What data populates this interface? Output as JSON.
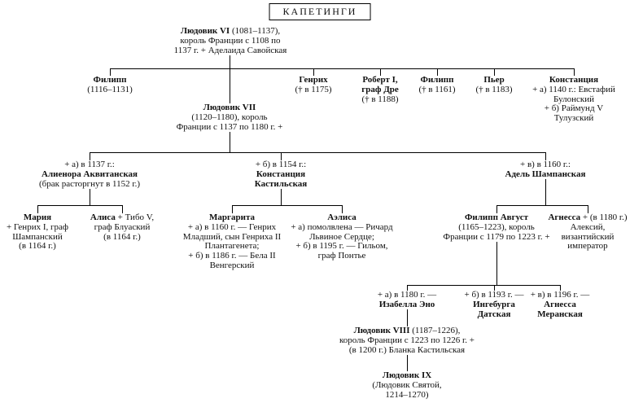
{
  "title": "КАПЕТИНГИ",
  "nodes": {
    "louis6": {
      "pre": "",
      "name": "Людовик VI",
      "post": " (1081–1137),\nкороль Франции с 1108 по\n1137 г. + Аделаида Савойская"
    },
    "philippe1": {
      "pre": "",
      "name": "Филипп",
      "post": "\n(1116–1131)"
    },
    "henri": {
      "pre": "",
      "name": "Генрих",
      "post": "\n(† в 1175)"
    },
    "robert": {
      "pre": "",
      "name": "Роберт I,\nграф Дре",
      "post": "\n(† в 1188)"
    },
    "philippe2": {
      "pre": "",
      "name": "Филипп",
      "post": "\n(† в 1161)"
    },
    "pierre": {
      "pre": "",
      "name": "Пьер",
      "post": "\n(† в 1183)"
    },
    "constance_sister": {
      "pre": "",
      "name": "Констанция",
      "post": "\n+ а) 1140 г.: Евстафий\nБулонский\n+ б) Раймунд V\nТулузский"
    },
    "louis7": {
      "pre": "",
      "name": "Людовик VII",
      "post": "\n(1120–1180), король\nФранции с 1137 по 1180 г. +"
    },
    "alienor": {
      "pre": "+ а) в 1137 г.:\n",
      "name": "Алиенора Аквитанская",
      "post": "\n(брак расторгнут в 1152 г.)"
    },
    "constance_cast": {
      "pre": "+ б) в 1154 г.:\n",
      "name": "Констанция\nКастильская",
      "post": ""
    },
    "adele": {
      "pre": "+ в) в 1160 г.:\n",
      "name": "Адель Шампанская",
      "post": ""
    },
    "marie": {
      "pre": "",
      "name": "Мария",
      "post": "\n+ Генрих I, граф\nШампанский\n(в 1164 г.)"
    },
    "alice": {
      "pre": "",
      "name": "Алиса",
      "post": " + Тибо V,\nграф Блуаский\n(в 1164 г.)"
    },
    "marguerite": {
      "pre": "",
      "name": "Маргарита",
      "post": "\n+ а) в 1160 г. — Генрих\nМладший, сын Генриха II\nПлантагенета;\n+ б) в 1186 г. — Бела II\nВенгерский"
    },
    "aelisa": {
      "pre": "",
      "name": "Аэлиса",
      "post": "\n+ а) помолвлена — Ричард\nЛьвиное Сердце;\n+ б) в 1195 г. — Гильом,\nграф Понтье"
    },
    "philippe_auguste": {
      "pre": "",
      "name": "Филипп Август",
      "post": "\n(1165–1223), король\nФранции с 1179 по 1223 г. +"
    },
    "agnes_byz": {
      "pre": "",
      "name": "Агнесса",
      "post": " + (в 1180 г.)\nАлексий,\nвизантийский\nимператор"
    },
    "isabelle": {
      "pre": "+ а) в 1180 г. —\n",
      "name": "Изабелла Эно",
      "post": ""
    },
    "ingeburge": {
      "pre": "+ б) в 1193 г. —\n",
      "name": "Ингебурга\nДатская",
      "post": ""
    },
    "agnes_meran": {
      "pre": "+ в) в 1196 г. —\n",
      "name": "Агнесса\nМеранская",
      "post": ""
    },
    "louis8": {
      "pre": "",
      "name": "Людовик VIII",
      "post": " (1187–1226),\nкороль Франции с 1223 по 1226 г. +\n(в 1200 г.) Бланка Кастильская"
    },
    "louis9": {
      "pre": "",
      "name": "Людовик IX",
      "post": "\n(Людовик Святой,\n1214–1270)"
    }
  }
}
